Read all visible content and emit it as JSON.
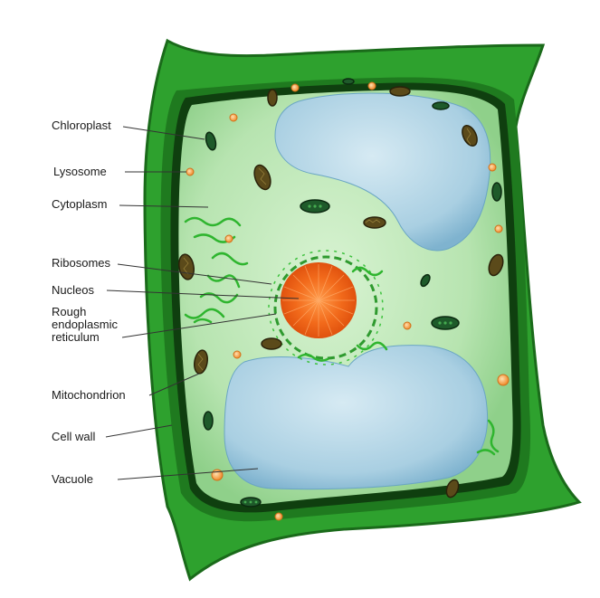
{
  "labels": {
    "chloroplast": "Chloroplast",
    "lysosome": "Lysosome",
    "cytoplasm": "Cytoplasm",
    "ribosomes": "Ribosomes",
    "nucleos": "Nucleos",
    "rer_line1": "Rough",
    "rer_line2": "endoplasmic",
    "rer_line3": "reticulum",
    "mitochondrion": "Mitochondrion",
    "cell_wall": "Cell wall",
    "vacuole": "Vacuole"
  },
  "colors": {
    "cell_wall": "#2e9e2e",
    "cell_wall_dark": "#1d6b1d",
    "membrane": "#0d3d0d",
    "cytoplasm": "#bde8b8",
    "vacuole": "#b9d8e6",
    "nucleus": "#f26a1b",
    "mitochondrion": "#5a4a1a",
    "chloroplast": "#1e5a2a",
    "lysosome": "#f4a040",
    "er": "#3ec23e"
  }
}
